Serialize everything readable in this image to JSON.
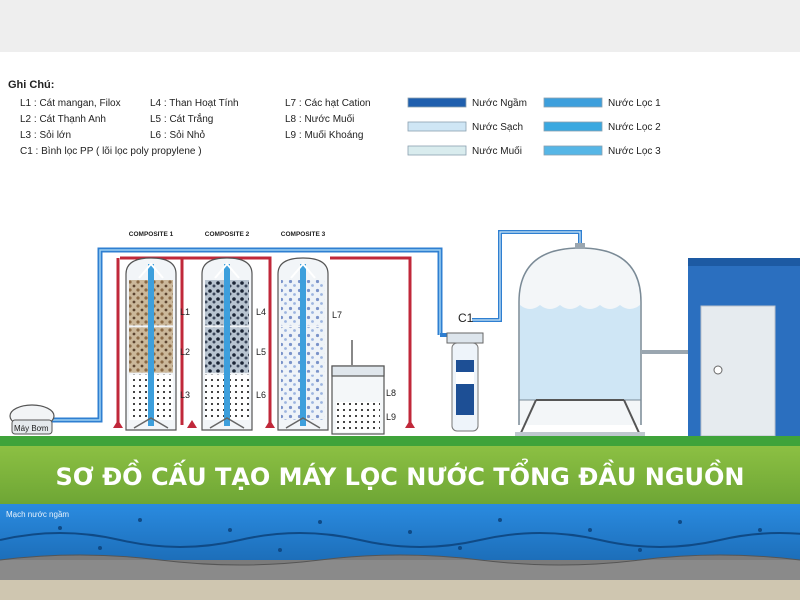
{
  "legend": {
    "title": "Ghi Chú:",
    "layers_col1": [
      "L1 : Cát mangan, Filox",
      "L2 : Cát Thạnh Anh",
      "L3 : Sỏi lớn",
      "C1 : Bình lọc PP ( lõi lọc poly propylene )"
    ],
    "layers_col2": [
      "L4 : Than Hoạt Tính",
      "L5 : Cát Trắng",
      "L6 : Sỏi Nhỏ"
    ],
    "layers_col3": [
      "L7 : Các hạt Cation",
      "L8 : Nước Muối",
      "L9 : Muối Khoáng"
    ],
    "water_types": [
      {
        "label": "Nước Ngầm",
        "color": "#1f5fae"
      },
      {
        "label": "Nước Sạch",
        "color": "#cfe6f5"
      },
      {
        "label": "Nước Muối",
        "color": "#d9ecee"
      }
    ],
    "filtered": [
      {
        "label": "Nước Lọc 1",
        "color": "#3d9fdc"
      },
      {
        "label": "Nước Lọc 2",
        "color": "#3aa8e0"
      },
      {
        "label": "Nước Lọc 3",
        "color": "#56b6e6"
      }
    ]
  },
  "tanks": [
    {
      "header": "COMPOSITE 1",
      "labels": [
        "L1",
        "L2",
        "L3"
      ]
    },
    {
      "header": "COMPOSITE 2",
      "labels": [
        "L4",
        "L5",
        "L6"
      ]
    },
    {
      "header": "COMPOSITE 3",
      "labels": [
        "L7"
      ]
    }
  ],
  "brine_labels": [
    "L8",
    "L9"
  ],
  "pp_filter_label": "C1",
  "pump_label": "Máy Bơm",
  "ground_label": "Mạch nước ngầm",
  "banner": "SƠ ĐỒ CẤU TẠO MÁY LỌC NƯỚC TỔNG ĐẦU NGUỒN",
  "colors": {
    "pipe_in": "#2f7fd1",
    "pipe_back": "#c0283a",
    "grass": "#3fa33a",
    "banner": "#7cb23c",
    "ground": "#1d78c9"
  }
}
